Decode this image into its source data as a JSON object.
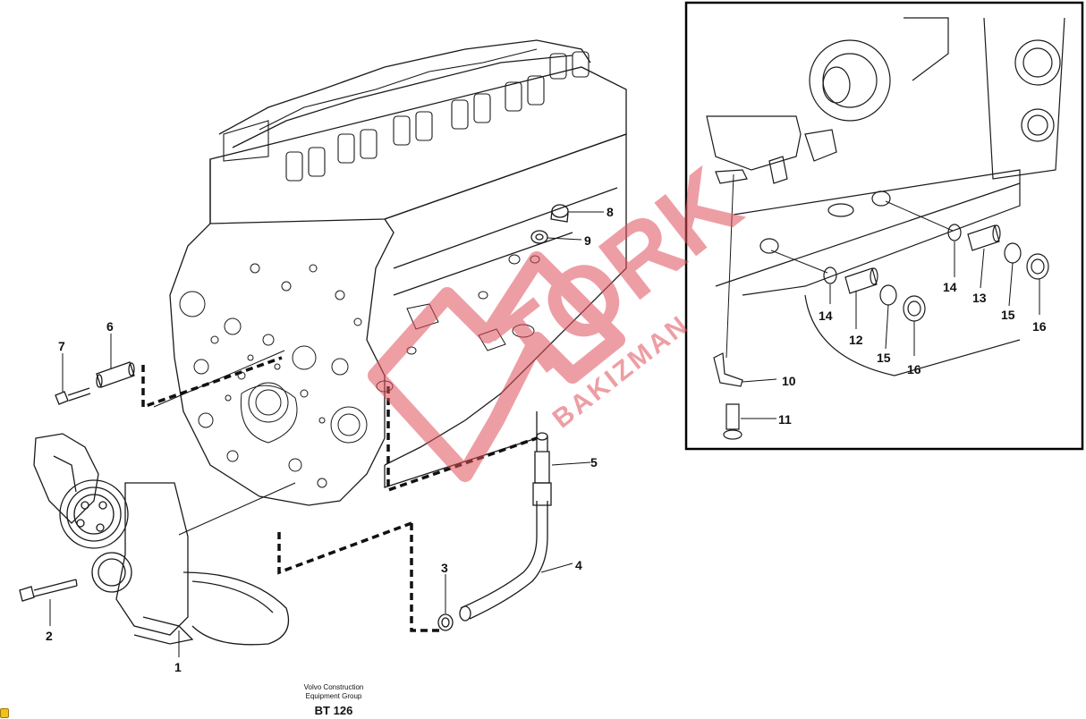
{
  "diagram": {
    "callouts": [
      "1",
      "2",
      "3",
      "4",
      "5",
      "6",
      "7",
      "8",
      "9",
      "10",
      "11",
      "12",
      "13",
      "14",
      "14",
      "15",
      "15",
      "16",
      "16"
    ],
    "watermark": {
      "brand": "TORK",
      "sub": "BAKIZMAN",
      "color": "#e0505a"
    },
    "colors": {
      "line": "#1a1a1a",
      "frame": "#000000"
    }
  },
  "footer": {
    "company_line1": "Volvo Construction",
    "company_line2": "Equipment Group",
    "code": "BT 126"
  },
  "icons": {
    "corner": "info-icon"
  }
}
